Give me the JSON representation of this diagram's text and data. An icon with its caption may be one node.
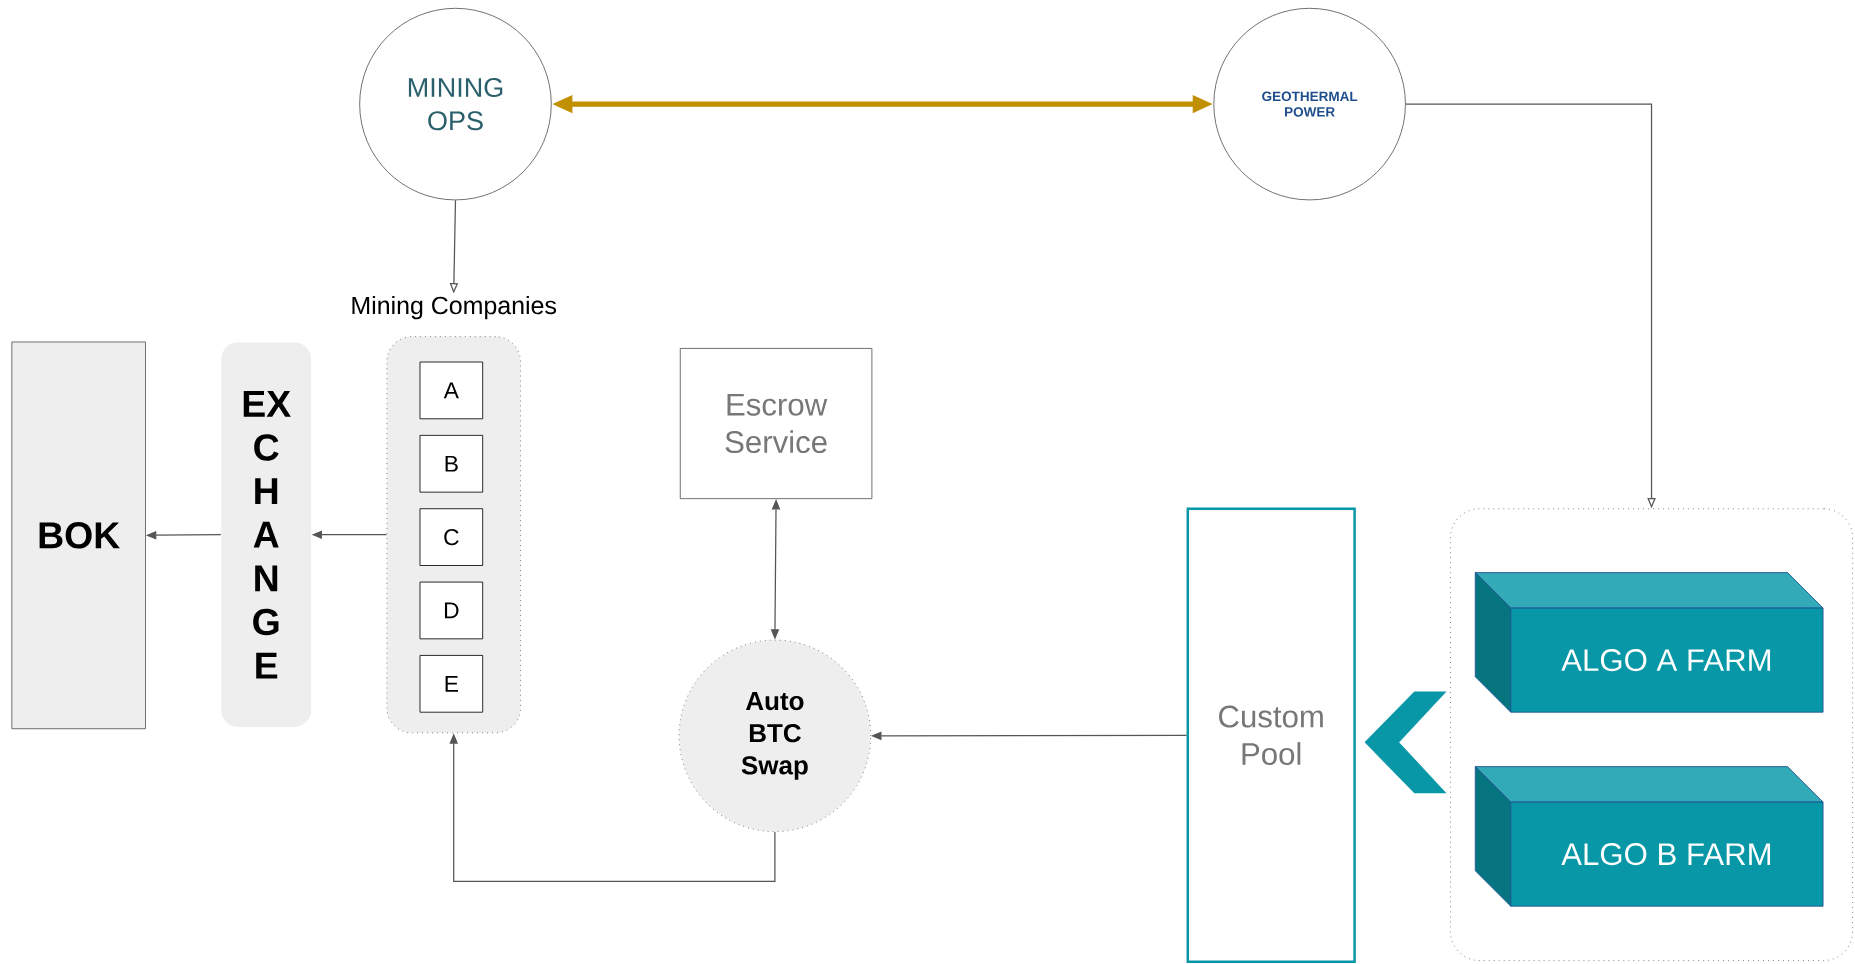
{
  "diagram": {
    "nodes": [
      {
        "text": [
          "MINING OPS"
        ]
      },
      {
        "text": [
          "GEOTHERMAL POWER"
        ]
      },
      {
        "text": [
          "Mining Companies"
        ]
      },
      {
        "text": [
          "A"
        ],
        "in": 2
      },
      {
        "text": [
          "B"
        ],
        "in": 2
      },
      {
        "text": [
          "C"
        ],
        "in": 2
      },
      {
        "text": [
          "D"
        ],
        "in": 2
      },
      {
        "text": [
          "E"
        ],
        "in": 2
      },
      {
        "text": [
          "EX C H A N G E"
        ]
      },
      {
        "text": [
          "BOK"
        ]
      },
      {
        "text": [
          "Escrow Service"
        ]
      },
      {
        "text": [
          "Auto BTC Swap"
        ]
      },
      {
        "text": [
          "Custom Pool"
        ]
      },
      {
        "text": [],
        "shape": "box"
      },
      {
        "text": [
          "ALGO A FARM"
        ],
        "in": 13
      },
      {
        "text": [
          "ALGO B FARM"
        ],
        "in": 13
      }
    ],
    "edges": [
      {
        "from": 0,
        "to": 1,
        "arrow": "both",
        "style": "thick",
        "color": "#c09000"
      },
      {
        "from": 0,
        "to": 2,
        "arrow": "to"
      },
      {
        "from": 1,
        "to": 13,
        "arrow": "to"
      },
      {
        "from": 2,
        "to": 8,
        "arrow": "to"
      },
      {
        "from": 8,
        "to": 9,
        "arrow": "to"
      },
      {
        "from": 10,
        "to": 11,
        "arrow": "both"
      },
      {
        "from": 12,
        "to": 11,
        "arrow": "to"
      },
      {
        "from": 11,
        "to": 2,
        "arrow": "to"
      },
      {
        "from": 13,
        "to": 12,
        "arrow": "to",
        "style": "thick",
        "color": "#0797a6"
      }
    ]
  }
}
